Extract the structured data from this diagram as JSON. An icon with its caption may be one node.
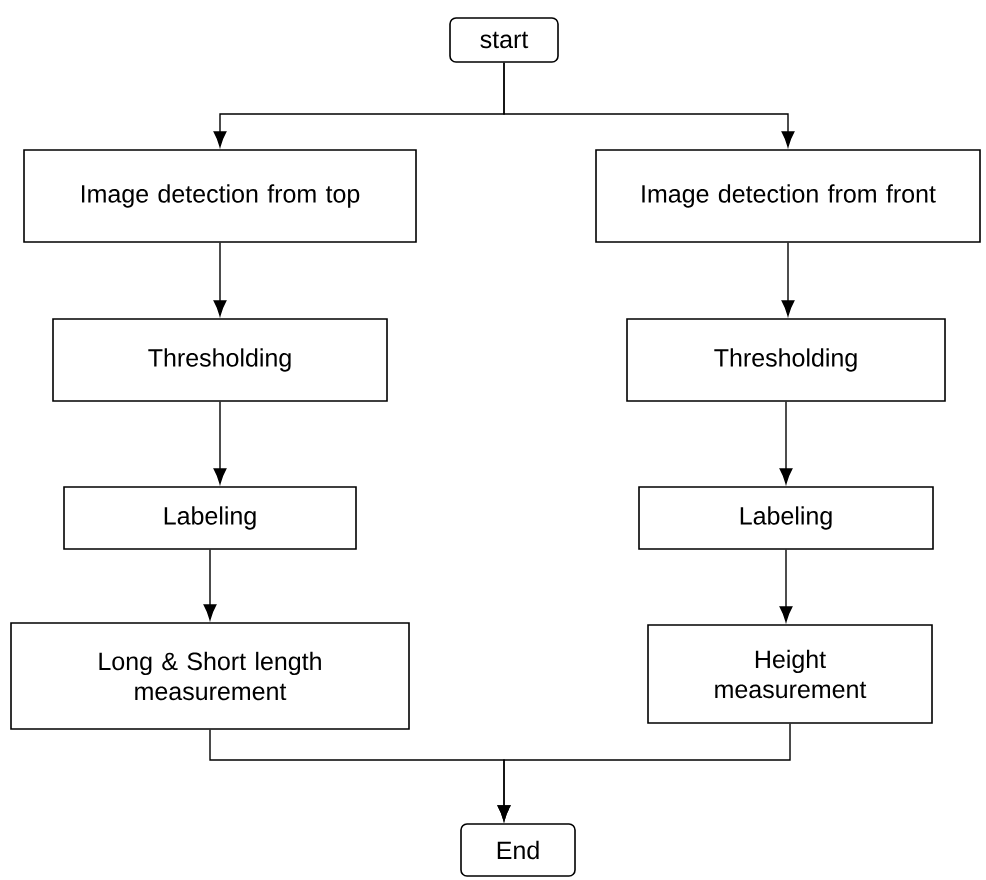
{
  "diagram": {
    "nodes": [
      {
        "text": [
          "start"
        ]
      },
      {
        "text": [
          "Image detection from top"
        ]
      },
      {
        "text": [
          "Image detection from front"
        ]
      },
      {
        "text": [
          "Thresholding"
        ]
      },
      {
        "text": [
          "Thresholding"
        ]
      },
      {
        "text": [
          "Labeling"
        ]
      },
      {
        "text": [
          "Labeling"
        ]
      },
      {
        "text": [
          "Long & Short length measurement"
        ]
      },
      {
        "text": [
          "Height measurement"
        ]
      },
      {
        "text": [
          "End"
        ]
      }
    ],
    "edges": [
      {
        "from": 0,
        "to": 1,
        "arrow": "to"
      },
      {
        "from": 0,
        "to": 2,
        "arrow": "to"
      },
      {
        "from": 1,
        "to": 3,
        "arrow": "to"
      },
      {
        "from": 3,
        "to": 5,
        "arrow": "to"
      },
      {
        "from": 5,
        "to": 7,
        "arrow": "to"
      },
      {
        "from": 2,
        "to": 4,
        "arrow": "to"
      },
      {
        "from": 4,
        "to": 6,
        "arrow": "to"
      },
      {
        "from": 6,
        "to": 8,
        "arrow": "to"
      },
      {
        "from": 7,
        "to": 9,
        "arrow": "to"
      },
      {
        "from": 8,
        "to": 9,
        "arrow": "to"
      }
    ]
  }
}
